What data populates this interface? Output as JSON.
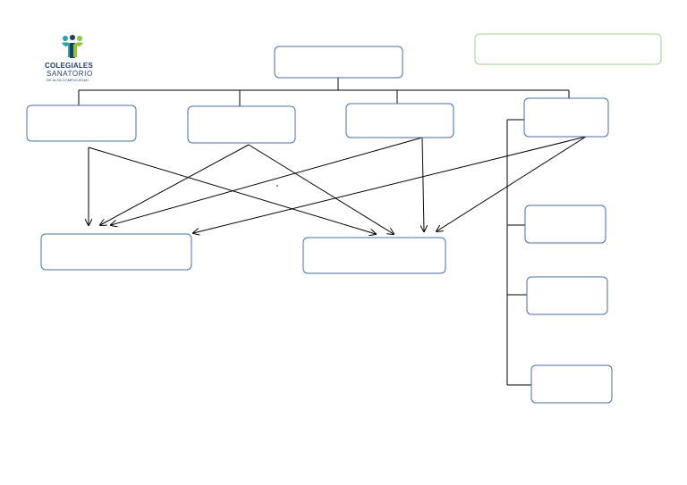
{
  "logo": {
    "line1": "COLEGIALES",
    "line2": "SANATORIO",
    "line3": "DE ALTA COMPLEJIDAD"
  },
  "colors": {
    "box_border": "#4a6fa5",
    "note_border": "#a8d08d",
    "line": "#000000",
    "logo_navy": "#1f3f66",
    "logo_teal": "#2aa6a0",
    "logo_green": "#8cc63f"
  },
  "diagram": {
    "boxes": [
      "",
      "",
      "",
      "",
      "",
      "",
      "",
      "",
      "",
      "",
      ""
    ],
    "note": ""
  }
}
